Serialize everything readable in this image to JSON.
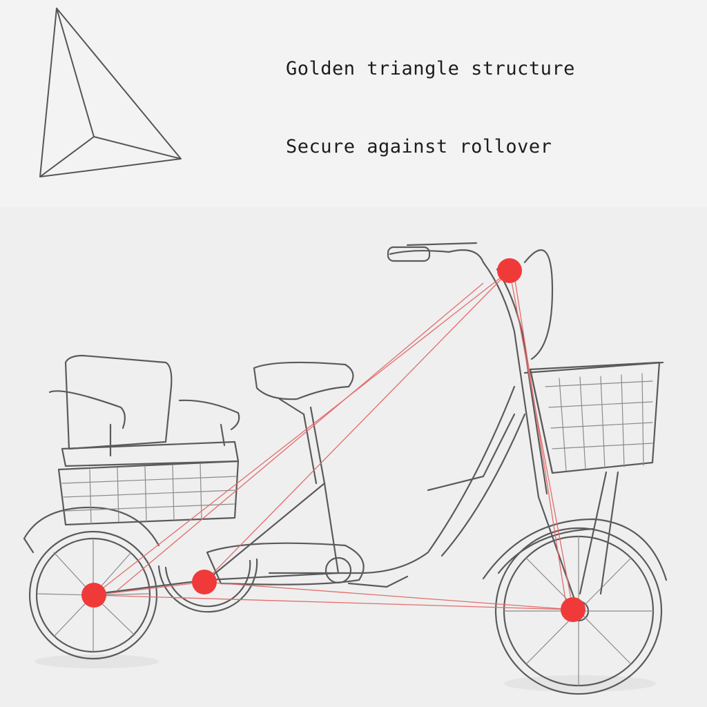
{
  "captions": {
    "line1": "Golden triangle structure",
    "line2": "Secure against rollover"
  },
  "colors": {
    "background": "#efefef",
    "sketch": "#555555",
    "marker": "#f03a3a",
    "marker_line": "#e36b6b"
  },
  "icons": {
    "triangle": "triangle-diagram-icon",
    "tricycle": "tricycle-illustration",
    "points": [
      "handlebar-point",
      "rear-axle-point",
      "crank-point",
      "front-axle-point"
    ]
  }
}
